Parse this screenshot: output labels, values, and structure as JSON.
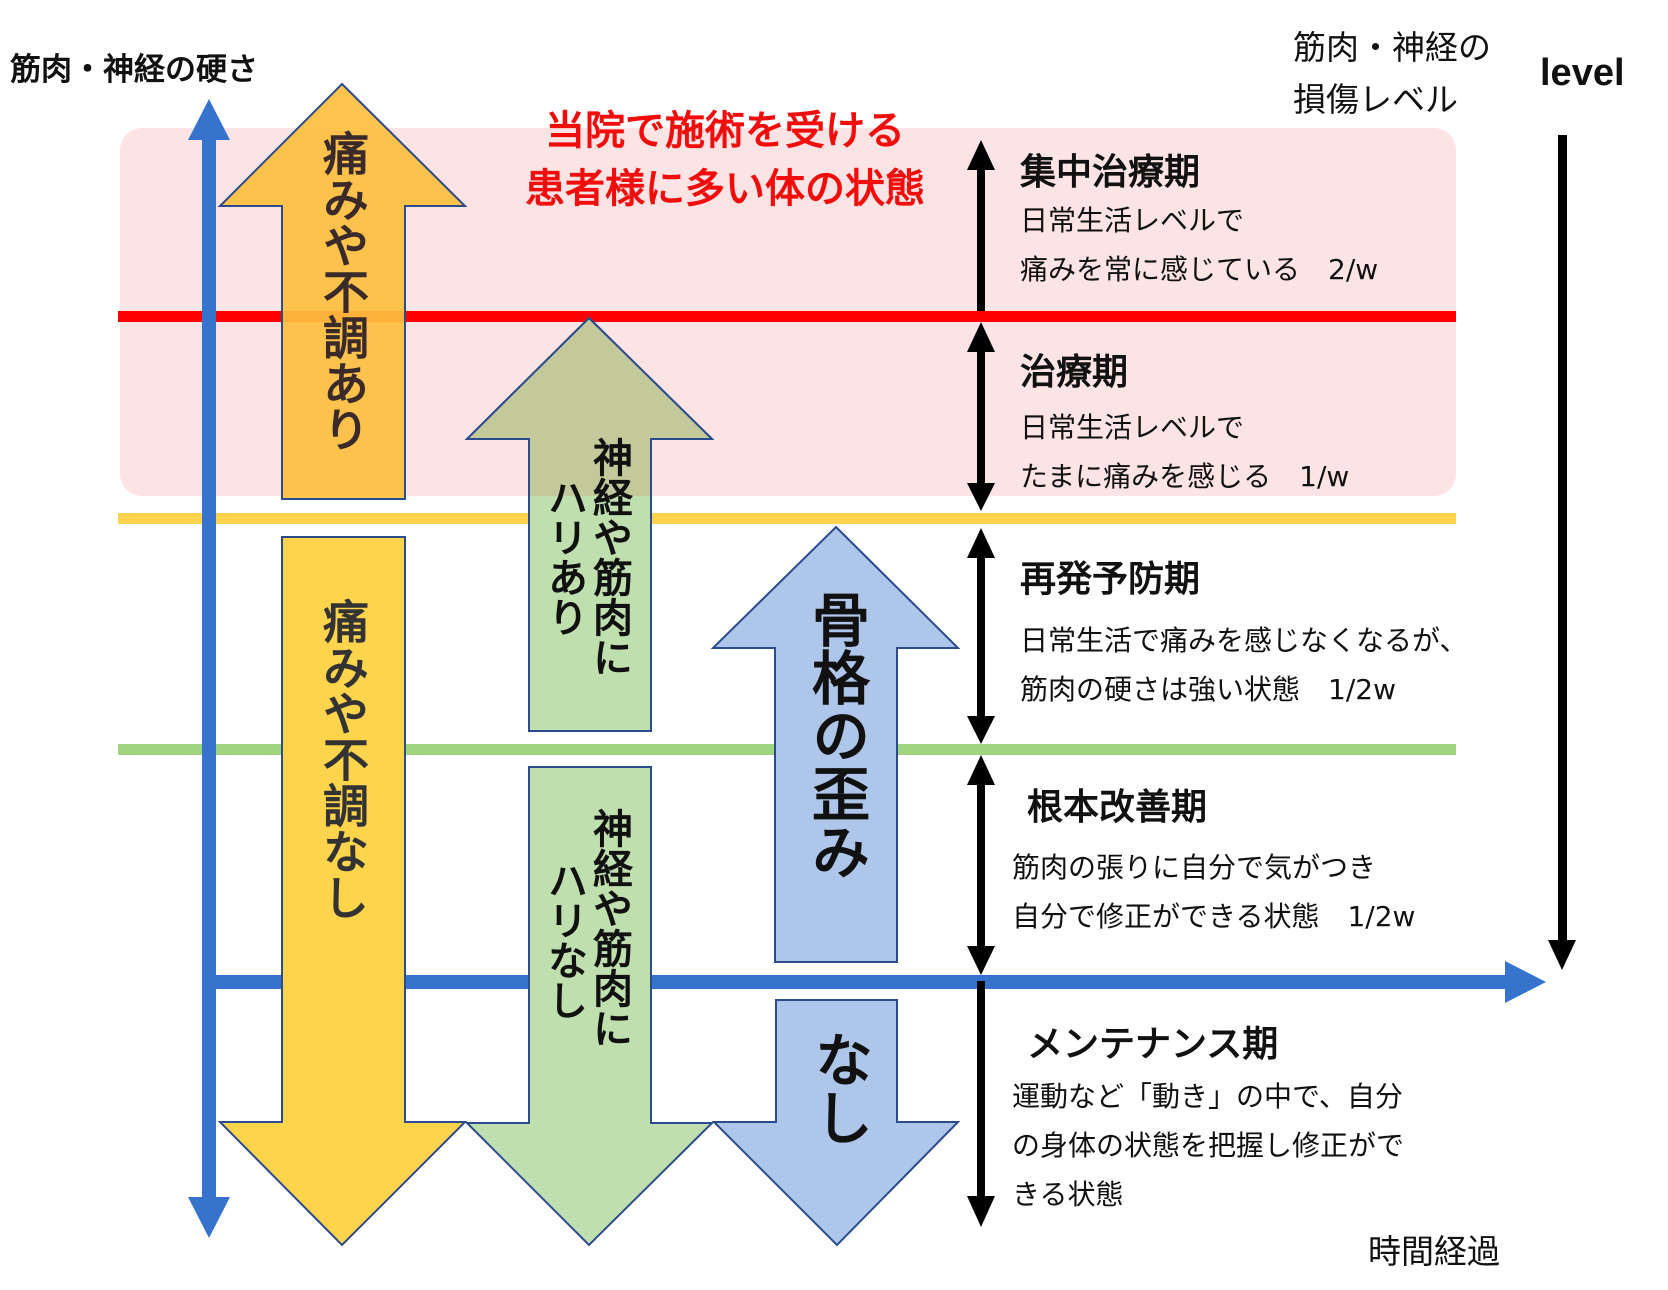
{
  "axes": {
    "y_axis_label": "筋肉・神経の硬さ",
    "right_label_line1": "筋肉・神経の",
    "right_label_line2": "損傷レベル",
    "level_label": "level",
    "x_axis_label": "時間経過"
  },
  "highlight": {
    "title_line1": "当院で施術を受ける",
    "title_line2": "患者様に多い体の状態"
  },
  "arrows": {
    "pain_up": "痛みや不調あり",
    "pain_down": "痛みや不調なし",
    "tension_up_col1": "神経や筋肉に",
    "tension_up_col2": "ハリあり",
    "tension_down_col1": "神経や筋肉に",
    "tension_down_col2": "ハリなし",
    "skeleton_up": "骨格の歪み",
    "skeleton_down": "なし"
  },
  "phases": [
    {
      "title": "集中治療期",
      "line1": "日常生活レベルで",
      "line2": "痛みを常に感じている　2/w"
    },
    {
      "title": "治療期",
      "line1": "日常生活レベルで",
      "line2": "たまに痛みを感じる　1/w"
    },
    {
      "title": "再発予防期",
      "line1": "日常生活で痛みを感じなくなるが、",
      "line2": "筋肉の硬さは強い状態　1/2w"
    },
    {
      "title": "根本改善期",
      "line1": "筋肉の張りに自分で気がつき",
      "line2": "自分で修正ができる状態　1/2w"
    },
    {
      "title": "メンテナンス期",
      "line1": "運動など「動き」の中で、自分",
      "line2": "の身体の状態を把握し修正がで",
      "line3": "きる状態"
    }
  ],
  "colors": {
    "pink_zone": "#fde4e4",
    "red_line": "#ff0000",
    "yellow_line": "#ffd34d",
    "green_line": "#9fd57f",
    "blue_axis": "#3673cc",
    "orange_arrow": "#fdbf3f",
    "yellow_arrow": "#ffd44d",
    "green_arrow": "#bfe0ae",
    "olive_arrow": "#c4c99c",
    "blue_arrow": "#adc6ea",
    "arrow_border": "#2b4b8c"
  }
}
